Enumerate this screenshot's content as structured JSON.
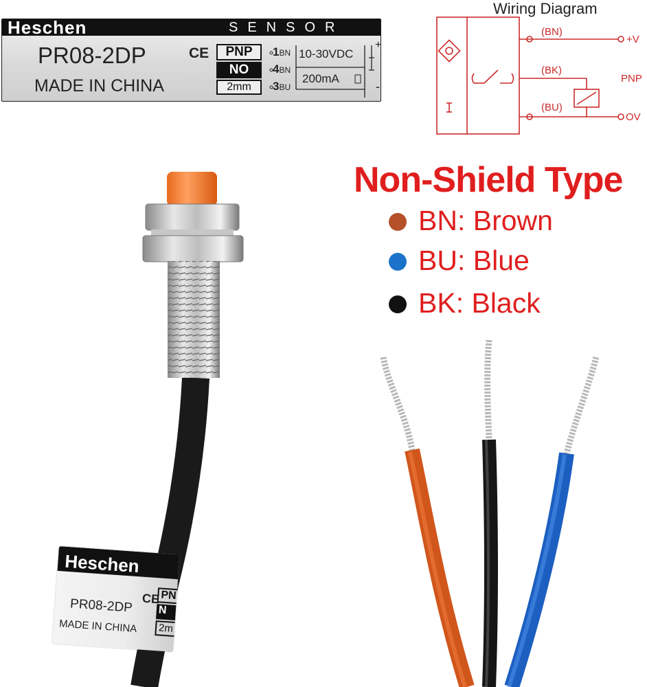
{
  "label": {
    "brand": "Heschen",
    "category": "SENSOR",
    "ce_mark": "CE",
    "model": "PR08-2DP",
    "origin": "MADE IN CHINA",
    "output_type": "PNP",
    "contact": "NO",
    "distance": "2mm",
    "pins": [
      {
        "num": "1",
        "code": "BN"
      },
      {
        "num": "4",
        "code": "BN"
      },
      {
        "num": "3",
        "code": "BU"
      }
    ],
    "voltage": "10-30VDC",
    "current": "200mA",
    "plus": "+",
    "minus": "-"
  },
  "wiring": {
    "title": "Wiring Diagram",
    "bn": "(BN)",
    "bk": "(BK)",
    "bu": "(BU)",
    "plus_v": "+V",
    "zero_v": "OV",
    "type": "PNP",
    "color": "#cc2a2a"
  },
  "feature": {
    "title": "Non-Shield Type",
    "legend": [
      {
        "text": "BN: Brown",
        "color": "#b4502a"
      },
      {
        "text": "BU: Blue",
        "color": "#1a73c8"
      },
      {
        "text": "BK: Black",
        "color": "#111111"
      }
    ]
  },
  "sleeve": {
    "brand": "Heschen",
    "model": "PR08-2DP",
    "origin": "MADE IN CHINA",
    "ce_mark": "CE",
    "box1": "PN",
    "box2": "N",
    "box3": "2m"
  }
}
